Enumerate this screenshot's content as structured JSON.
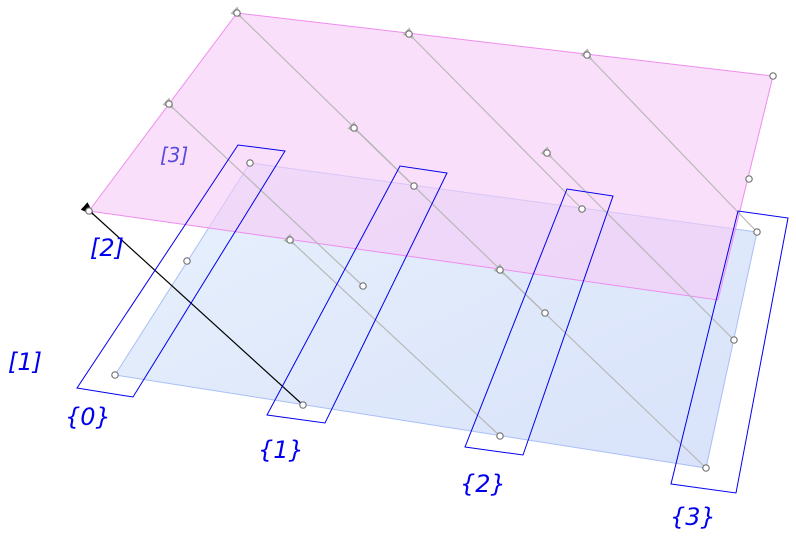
{
  "labels": {
    "layers": [
      "[1]",
      "[2]",
      "[3]"
    ],
    "slabs": [
      "{0}",
      "{1}",
      "{2}",
      "{3}"
    ]
  },
  "colors": {
    "blue_plane": "#dfe9fb",
    "pink_plane": "#fbd9fb",
    "frame": "#0000ee",
    "connector": "#b8b8b8",
    "arrow": "#000000"
  }
}
